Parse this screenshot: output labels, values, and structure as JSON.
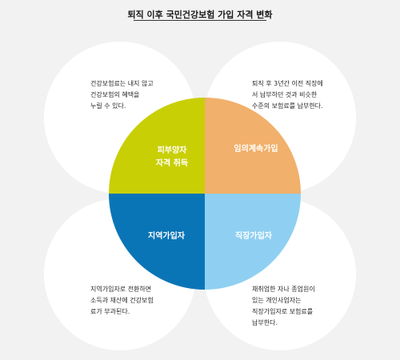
{
  "title": "퇴직 이후 국민건강보험 가입 자격 변화",
  "colors": {
    "top_left": "#c9cf05",
    "top_right": "#f1b06b",
    "bottom_left": "#0a75b6",
    "bottom_right": "#8fd0f2",
    "background": "#f2f2f2",
    "circle": "#ffffff"
  },
  "quadrants": {
    "top_left": {
      "label": "피부양자\n자격 취득"
    },
    "top_right": {
      "label": "임의계속가입"
    },
    "bottom_left": {
      "label": "지역가입자"
    },
    "bottom_right": {
      "label": "직장가입자"
    }
  },
  "descriptions": {
    "top_left": "건강보험료는 내지 않고\n건강보험의 혜택을\n누릴 수 있다.",
    "top_right": "퇴직 후 3년간 이전 직장에\n서 납부하던 것과 비슷한\n수준의 보험료를 납부한다.",
    "bottom_left": "지역가입자로 전환하면\n소득과 재산에 건강보험\n료가 부과된다.",
    "bottom_right": "채취업한 자나 종업원이\n있는 개인사업자는\n직장가입자로 보험료를\n납부한다."
  }
}
